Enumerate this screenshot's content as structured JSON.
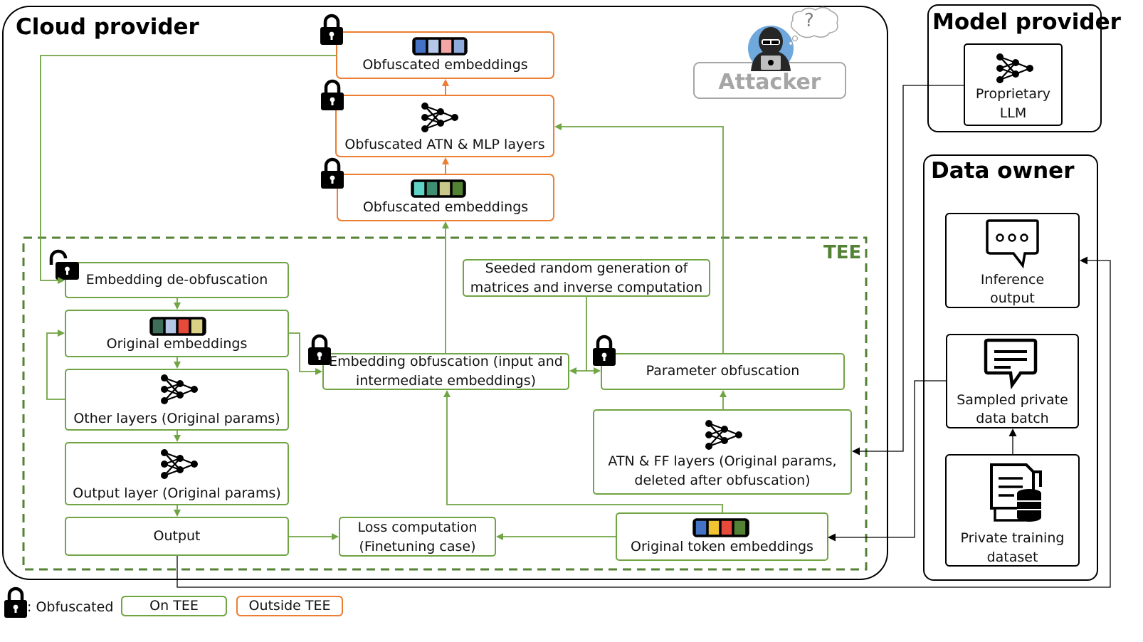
{
  "panels": {
    "cloud_title": "Cloud provider",
    "model_title": "Model provider",
    "data_title": "Data owner",
    "tee_label": "TEE",
    "attacker": "Attacker",
    "attacker_bubble": "?"
  },
  "outside": {
    "obf_embed_top": "Obfuscated embeddings",
    "obf_layers": "Obfuscated ATN & MLP layers",
    "obf_embed_mid": "Obfuscated embeddings"
  },
  "tee": {
    "deobf": "Embedding de-obfuscation",
    "orig_embed": "Original embeddings",
    "other_layers": "Other layers (Original params)",
    "output_layer": "Output layer (Original params)",
    "output": "Output",
    "loss_1": "Loss computation",
    "loss_2": "(Finetuning case)",
    "seeded_1": "Seeded random generation of",
    "seeded_2": "matrices and inverse computation",
    "embed_obf_1": "Embedding obfuscation (input and",
    "embed_obf_2": "intermediate embeddings)",
    "param_obf": "Parameter obfuscation",
    "atn_ff_1": "ATN & FF layers (Original params,",
    "atn_ff_2": "deleted after obfuscation)",
    "orig_token": "Original token embeddings"
  },
  "model": {
    "llm_1": "Proprietary",
    "llm_2": "LLM"
  },
  "data": {
    "inference_1": "Inference",
    "inference_2": "output",
    "sampled_1": "Sampled private",
    "sampled_2": "data batch",
    "training_1": "Private training",
    "training_2": "dataset"
  },
  "legend": {
    "obfuscated": ": Obfuscated",
    "on_tee": "On TEE",
    "outside_tee": "Outside TEE"
  },
  "colors": {
    "tee_green": "#70a444",
    "outside_orange": "#ed7d31",
    "attacker_grey": "#a6a6a6"
  }
}
